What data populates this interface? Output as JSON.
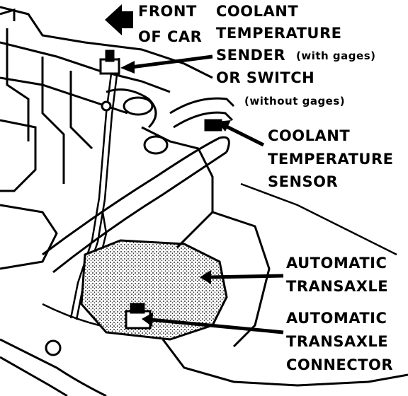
{
  "diagram": {
    "labels": {
      "front_line1": "FRONT",
      "front_line2": "OF CAR",
      "sender_line1": "COOLANT",
      "sender_line2": "TEMPERATURE",
      "sender_line3": "SENDER",
      "sender_note1": "(with gages)",
      "sender_line4": "OR SWITCH",
      "sender_note2": "(without gages)",
      "sensor_line1": "COOLANT",
      "sensor_line2": "TEMPERATURE",
      "sensor_line3": "SENSOR",
      "transaxle_line1": "AUTOMATIC",
      "transaxle_line2": "TRANSAXLE",
      "connector_line1": "AUTOMATIC",
      "connector_line2": "TRANSAXLE",
      "connector_line3": "CONNECTOR"
    },
    "colors": {
      "ink": "#000000",
      "paper": "#ffffff",
      "stipple": "#bdbdbd"
    }
  }
}
